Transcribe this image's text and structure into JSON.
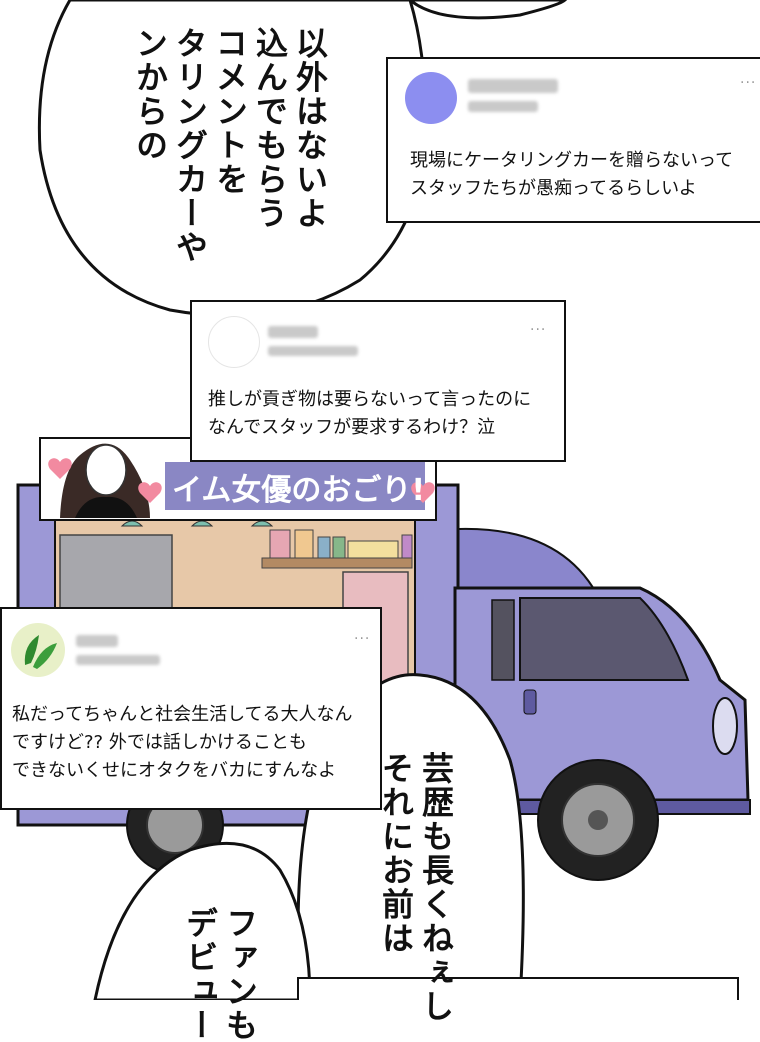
{
  "bubble_top": {
    "lines": [
      "以外はないよ",
      "込んでもらう",
      "コメントを",
      "タリングカーや",
      "ンからの"
    ]
  },
  "bubble_mid": {
    "lines": [
      "芸歴も長くねぇし",
      "それにお前は"
    ]
  },
  "bubble_bottom": {
    "lines": [
      "ファンも",
      "デビュー"
    ]
  },
  "truck": {
    "banner_text": "イム女優のおごり!"
  },
  "posts": [
    {
      "body": "現場にケータリングカーを贈らないって\nスタッフたちが愚痴ってるらしいよ",
      "more": "···"
    },
    {
      "body": "推しが貢ぎ物は要らないって言ったのに\nなんでスタッフが要求するわけ？泣",
      "more": "···"
    },
    {
      "body": "私だってちゃんと社会生活してる大人なん\nですけど?? 外では話しかけることも\nできないくせにオタクをバカにすんなよ",
      "more": "···"
    }
  ],
  "colors": {
    "truck_body": "#9c98d6",
    "truck_dark": "#5e5aa0",
    "banner": "#8a87c4",
    "outline": "#111111"
  }
}
